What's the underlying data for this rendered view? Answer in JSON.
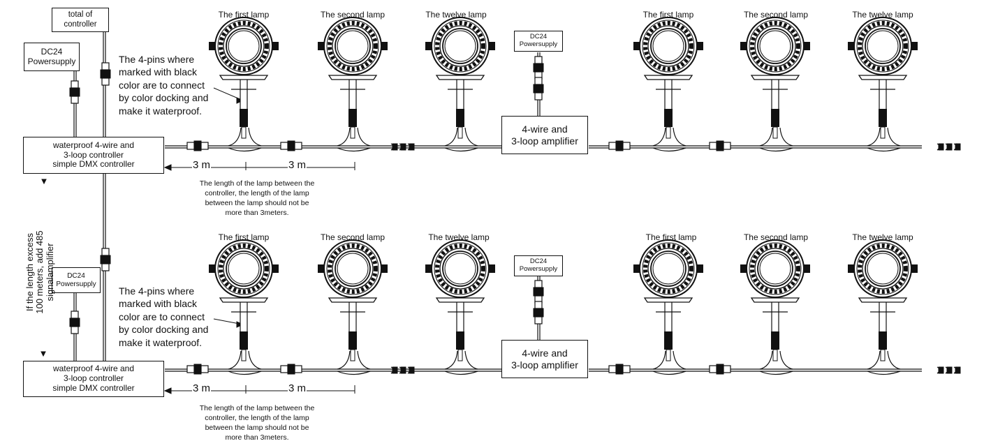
{
  "colors": {
    "line": "#111111",
    "background": "#ffffff"
  },
  "controller_total": {
    "line1": "total of",
    "line2": "controller"
  },
  "power_supply": {
    "line1": "DC24",
    "line2": "Powersupply"
  },
  "controller_box": {
    "line1": "waterproof 4-wire and",
    "line2": "3-loop controller",
    "line3": "simple DMX controller"
  },
  "amplifier": {
    "line1": "4-wire and",
    "line2": "3-loop amplifier"
  },
  "lamp_labels": {
    "first": "The first lamp",
    "second": "The second lamp",
    "twelve": "The twelve lamp"
  },
  "pin_note": [
    "The 4-pins where",
    "marked with black",
    "color are to connect",
    "by color docking and",
    "make it waterproof."
  ],
  "distance_label": "3 m",
  "length_note": [
    "The length of the lamp between the",
    "controller, the length of the lamp",
    "between the lamp should not be",
    "more than 3meters."
  ],
  "side_note": [
    "If the length excess",
    "100 meters, add 485",
    "signalamplifier"
  ],
  "icons": {
    "lamp": "round-floodlight-icon",
    "connector": "waterproof-connector-icon",
    "cable_continuation": "cable-continuation-icon",
    "arrow": "pointer-arrow-icon"
  }
}
